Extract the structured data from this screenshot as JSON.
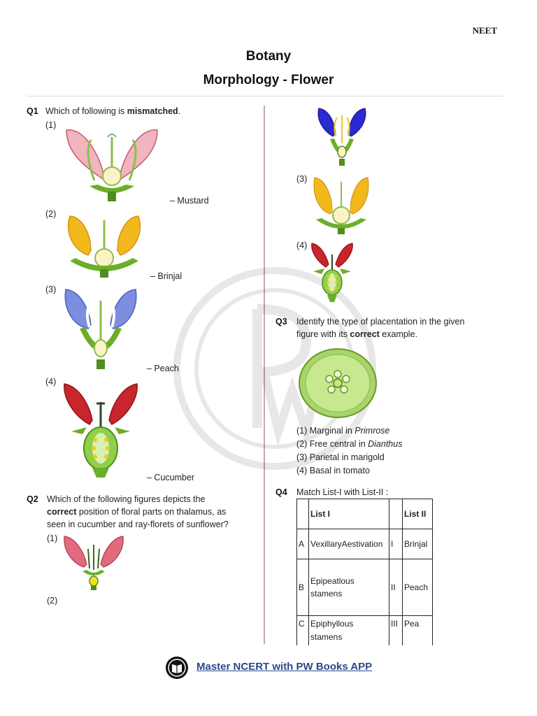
{
  "header": {
    "exam": "NEET",
    "subject": "Botany",
    "chapter": "Morphology - Flower"
  },
  "q1": {
    "num": "Q1",
    "text_pre": "Which of following is ",
    "text_bold": "mismatched",
    "text_post": ".",
    "options": [
      {
        "label": "(1)",
        "caption": "– Mustard"
      },
      {
        "label": "(2)",
        "caption": "– Brinjal"
      },
      {
        "label": "(3)",
        "caption": "– Peach"
      },
      {
        "label": "(4)",
        "caption": "– Cucumber"
      }
    ]
  },
  "q2": {
    "num": "Q2",
    "line1": "Which of the following figures depicts the",
    "line2_bold": "correct",
    "line2_rest": " position of floral parts on thalamus, as",
    "line3": "seen in cucumber and ray-florets of sunflower?",
    "options": [
      "(1)",
      "(2)",
      "(3)",
      "(4)"
    ]
  },
  "q3": {
    "num": "Q3",
    "line1": "Identify the type of placentation in the given",
    "line2_pre": "figure with its ",
    "line2_bold": "correct",
    "line2_post": " example.",
    "options": [
      {
        "pre": "(1) Marginal in ",
        "ital": "Primrose"
      },
      {
        "pre": "(2) Free central in ",
        "ital": "Dianthus"
      },
      {
        "pre": "(3) Parietal in marigold",
        "ital": ""
      },
      {
        "pre": "(4) Basal in tomato",
        "ital": ""
      }
    ]
  },
  "q4": {
    "num": "Q4",
    "text": "Match List-I with List-II :",
    "head1": "List I",
    "head2": "List II",
    "rows": [
      {
        "k": "A",
        "a": "VexillaryAestivation",
        "n": "I",
        "b": "Brinjal"
      },
      {
        "k": "B",
        "a": "Epipeatlous stamens",
        "n": "II",
        "b": "Peach"
      },
      {
        "k": "C",
        "a": "Epiphyllous stamens",
        "n": "III",
        "b": "Pea"
      }
    ]
  },
  "footer": {
    "link": "Master NCERT with PW Books APP"
  },
  "colors": {
    "pink": "#e06b7e",
    "yellow": "#f2b81e",
    "blue": "#4a5fc4",
    "red": "#c8262c",
    "green": "#5fa32a",
    "link": "#2b4a8c"
  }
}
